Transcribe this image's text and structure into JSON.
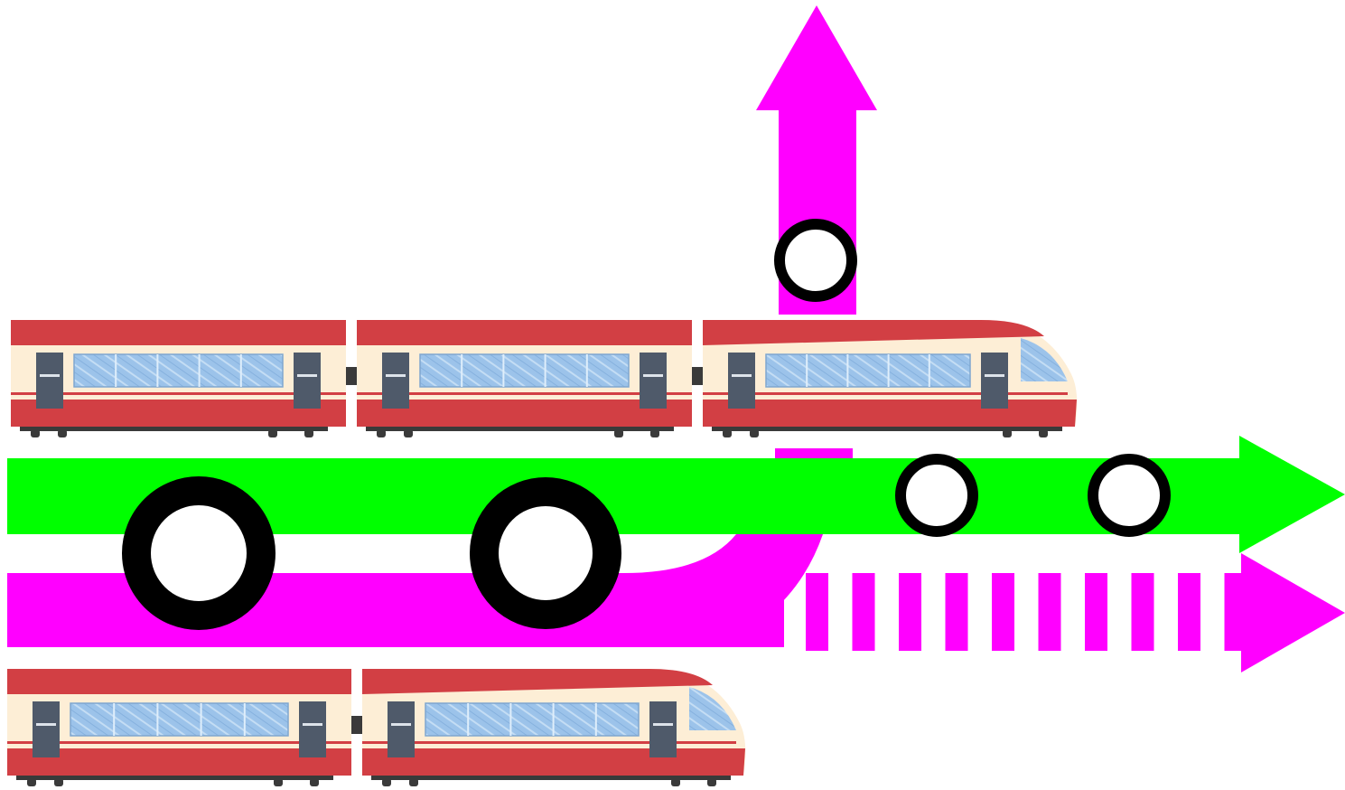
{
  "colors": {
    "background": "#ffffff",
    "green_route": "#00ff00",
    "magenta_route": "#ff00ff",
    "stop_ring": "#000000",
    "stop_fill": "#ffffff",
    "train_red": "#d23f44",
    "train_cream": "#fdeed6",
    "train_window": "#9cc3ea",
    "train_door": "#4f5a6a",
    "train_underframe": "#3a3a3a"
  },
  "elements": {
    "upper_train": {
      "cars": 3,
      "direction": "right"
    },
    "lower_train": {
      "cars": 2,
      "direction": "right"
    },
    "green_arrow": {
      "direction": "right",
      "style": "solid"
    },
    "magenta_arrow_up": {
      "direction": "up",
      "style": "solid"
    },
    "magenta_arrow_right": {
      "direction": "right",
      "style": "solid then dashed"
    },
    "stops": {
      "large": 2,
      "small": 3
    }
  }
}
